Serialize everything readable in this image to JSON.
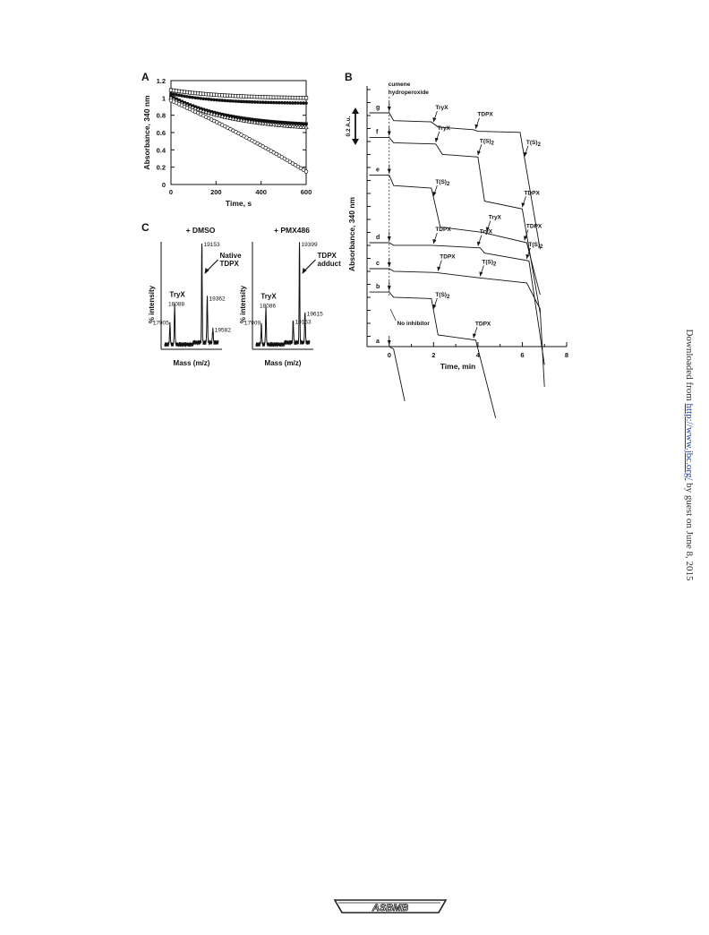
{
  "sidebar": {
    "prefix": "Downloaded from ",
    "link": "http://www.jbc.org/",
    "suffix": " by guest on June 8, 2015"
  },
  "footer": {
    "logo_text": "ASBMB"
  },
  "chart_data": [
    {
      "panel": "A",
      "type": "scatter",
      "xlabel": "Time, s",
      "ylabel": "Absorbance, 340 nm",
      "xlim": [
        0,
        600
      ],
      "ylim": [
        0,
        1.2
      ],
      "xticks": [
        0,
        200,
        400,
        600
      ],
      "yticks": [
        0,
        0.2,
        0.4,
        0.6,
        0.8,
        1.0,
        1.2
      ],
      "grid": false,
      "series": [
        {
          "marker": "open-square",
          "start": 1.09,
          "end": 1.0,
          "k": 0.004
        },
        {
          "marker": "filled-circle",
          "start": 1.05,
          "end": 0.94,
          "k": 0.005
        },
        {
          "marker": "filled-square",
          "start": 1.02,
          "end": 0.7,
          "k": 0.004
        },
        {
          "marker": "open-triangle",
          "start": 1.0,
          "end": 0.66,
          "k": 0.0035
        },
        {
          "marker": "open-circle",
          "start": 0.97,
          "end": 0.15,
          "k": 0.0012
        }
      ]
    },
    {
      "panel": "B",
      "type": "line",
      "xlabel": "Time,  min",
      "ylabel": "Absorbance, 340 nm",
      "xlim": [
        -1,
        8
      ],
      "xticks": [
        0,
        2,
        4,
        6,
        8
      ],
      "scale_bar": "0.2 A.u.",
      "addition_label": "cumene hydroperoxide",
      "no_inhibitor_label": "No inhibitor",
      "traces": [
        {
          "label": "g",
          "segments": [
            [
              -0.9,
              0.0,
              0.0
            ],
            [
              0.0,
              0.2,
              -0.03
            ],
            [
              0.2,
              1.9,
              -0.005
            ],
            [
              1.9,
              2.2,
              -0.02
            ],
            [
              2.2,
              3.8,
              -0.01
            ],
            [
              3.8,
              4.0,
              -0.006
            ],
            [
              4.0,
              5.9,
              -0.004
            ],
            [
              5.9,
              6.8,
              -0.45
            ]
          ],
          "y0": 0.0,
          "arrows": [
            {
              "t": 0.0,
              "text": ""
            },
            {
              "t": 2.0,
              "text": "TryX"
            },
            {
              "t": 3.9,
              "text": "TDPX"
            },
            {
              "t": 6.1,
              "text": "T(S)2"
            }
          ]
        },
        {
          "label": "f",
          "segments": [
            [
              -0.9,
              0.0,
              0.0
            ],
            [
              0.0,
              0.2,
              -0.02
            ],
            [
              0.2,
              2.1,
              -0.005
            ],
            [
              2.1,
              2.4,
              -0.04
            ],
            [
              2.4,
              4.0,
              -0.01
            ],
            [
              4.0,
              4.3,
              -0.17
            ],
            [
              4.3,
              6.0,
              -0.03
            ],
            [
              6.0,
              6.8,
              -0.4
            ]
          ],
          "y0": -0.095,
          "arrows": [
            {
              "t": 0.0,
              "text": ""
            },
            {
              "t": 2.1,
              "text": "TryX"
            },
            {
              "t": 4.0,
              "text": "T(S)2"
            },
            {
              "t": 6.0,
              "text": "TDPX"
            }
          ]
        },
        {
          "label": "e",
          "segments": [
            [
              -0.9,
              0.0,
              0.0
            ],
            [
              0.0,
              0.2,
              -0.04
            ],
            [
              0.2,
              1.9,
              -0.01
            ],
            [
              1.9,
              2.3,
              -0.15
            ],
            [
              2.3,
              4.2,
              -0.02
            ],
            [
              4.2,
              6.2,
              -0.04
            ],
            [
              6.2,
              6.8,
              -0.2
            ]
          ],
          "y0": -0.24,
          "arrows": [
            {
              "t": 0.0,
              "text": ""
            },
            {
              "t": 2.0,
              "text": "T(S)2"
            },
            {
              "t": 4.4,
              "text": "TryX"
            },
            {
              "t": 6.1,
              "text": "TDPX"
            }
          ]
        },
        {
          "label": "d",
          "segments": [
            [
              -0.9,
              0.0,
              0.0
            ],
            [
              0.0,
              0.2,
              -0.01
            ],
            [
              0.2,
              1.9,
              0.0
            ],
            [
              1.9,
              4.1,
              -0.01
            ],
            [
              4.1,
              4.3,
              -0.02
            ],
            [
              4.3,
              6.3,
              -0.03
            ],
            [
              6.3,
              7.0,
              -0.4
            ]
          ],
          "y0": -0.5,
          "arrows": [
            {
              "t": 0.0,
              "text": ""
            },
            {
              "t": 2.0,
              "text": "TDPX"
            },
            {
              "t": 4.0,
              "text": "TryX"
            },
            {
              "t": 6.2,
              "text": "T(S)2"
            }
          ]
        },
        {
          "label": "c",
          "segments": [
            [
              -0.9,
              0.0,
              0.0
            ],
            [
              0.0,
              0.2,
              -0.01
            ],
            [
              0.2,
              2.1,
              -0.005
            ],
            [
              2.1,
              4.0,
              -0.02
            ],
            [
              4.0,
              6.2,
              -0.02
            ],
            [
              6.2,
              6.8,
              -0.1
            ],
            [
              6.8,
              7.0,
              -0.3
            ]
          ],
          "y0": -0.6,
          "arrows": [
            {
              "t": 0.0,
              "text": ""
            },
            {
              "t": 2.2,
              "text": "TDPX"
            },
            {
              "t": 4.1,
              "text": "T(S)2"
            }
          ]
        },
        {
          "label": "b",
          "segments": [
            [
              -0.9,
              0.0,
              0.0
            ],
            [
              0.0,
              0.2,
              -0.02
            ],
            [
              0.2,
              1.9,
              -0.005
            ],
            [
              1.9,
              2.2,
              -0.14
            ],
            [
              2.2,
              3.9,
              -0.02
            ],
            [
              3.9,
              4.8,
              -0.3
            ]
          ],
          "y0": -0.69,
          "arrows": [
            {
              "t": 0.0,
              "text": ""
            },
            {
              "t": 2.0,
              "text": "T(S)2"
            },
            {
              "t": 3.8,
              "text": "TDPX"
            }
          ]
        },
        {
          "label": "a",
          "segments": [
            [
              -0.9,
              0.0,
              0.0
            ],
            [
              0.0,
              0.2,
              -0.01
            ],
            [
              0.2,
              0.7,
              -0.2
            ]
          ],
          "y0": -0.9,
          "arrows": [
            {
              "t": 0.0,
              "text": ""
            }
          ]
        }
      ]
    },
    {
      "panel": "C",
      "type": "line",
      "subpanels": [
        {
          "title": "+ DMSO",
          "xlabel": "Mass (m/z)",
          "ylabel": "% intensity",
          "peaks": [
            {
              "mass": 17905,
              "height": 0.2,
              "label": "17905"
            },
            {
              "mass": 18088,
              "height": 0.38,
              "label": "18088"
            },
            {
              "mass": 19153,
              "height": 1.0,
              "label": "19153"
            },
            {
              "mass": 19362,
              "height": 0.45,
              "label": "19362"
            },
            {
              "mass": 19582,
              "height": 0.14,
              "label": "19582"
            }
          ],
          "annotations": [
            {
              "text": "TryX",
              "bold": true
            },
            {
              "text": "Native",
              "bold": true
            },
            {
              "text": "TDPX",
              "bold": true
            }
          ]
        },
        {
          "title": "+ PMX486",
          "xlabel": "Mass (m/z)",
          "ylabel": "% intensity",
          "peaks": [
            {
              "mass": 17909,
              "height": 0.2,
              "label": "17909"
            },
            {
              "mass": 18086,
              "height": 0.36,
              "label": "18086"
            },
            {
              "mass": 19153,
              "height": 0.22,
              "label": "19153"
            },
            {
              "mass": 19399,
              "height": 1.0,
              "label": "19399"
            },
            {
              "mass": 19615,
              "height": 0.3,
              "label": "19615"
            }
          ],
          "annotations": [
            {
              "text": "TryX",
              "bold": true
            },
            {
              "text": "TDPX",
              "bold": true
            },
            {
              "text": "adduct",
              "bold": true
            }
          ]
        }
      ]
    }
  ]
}
